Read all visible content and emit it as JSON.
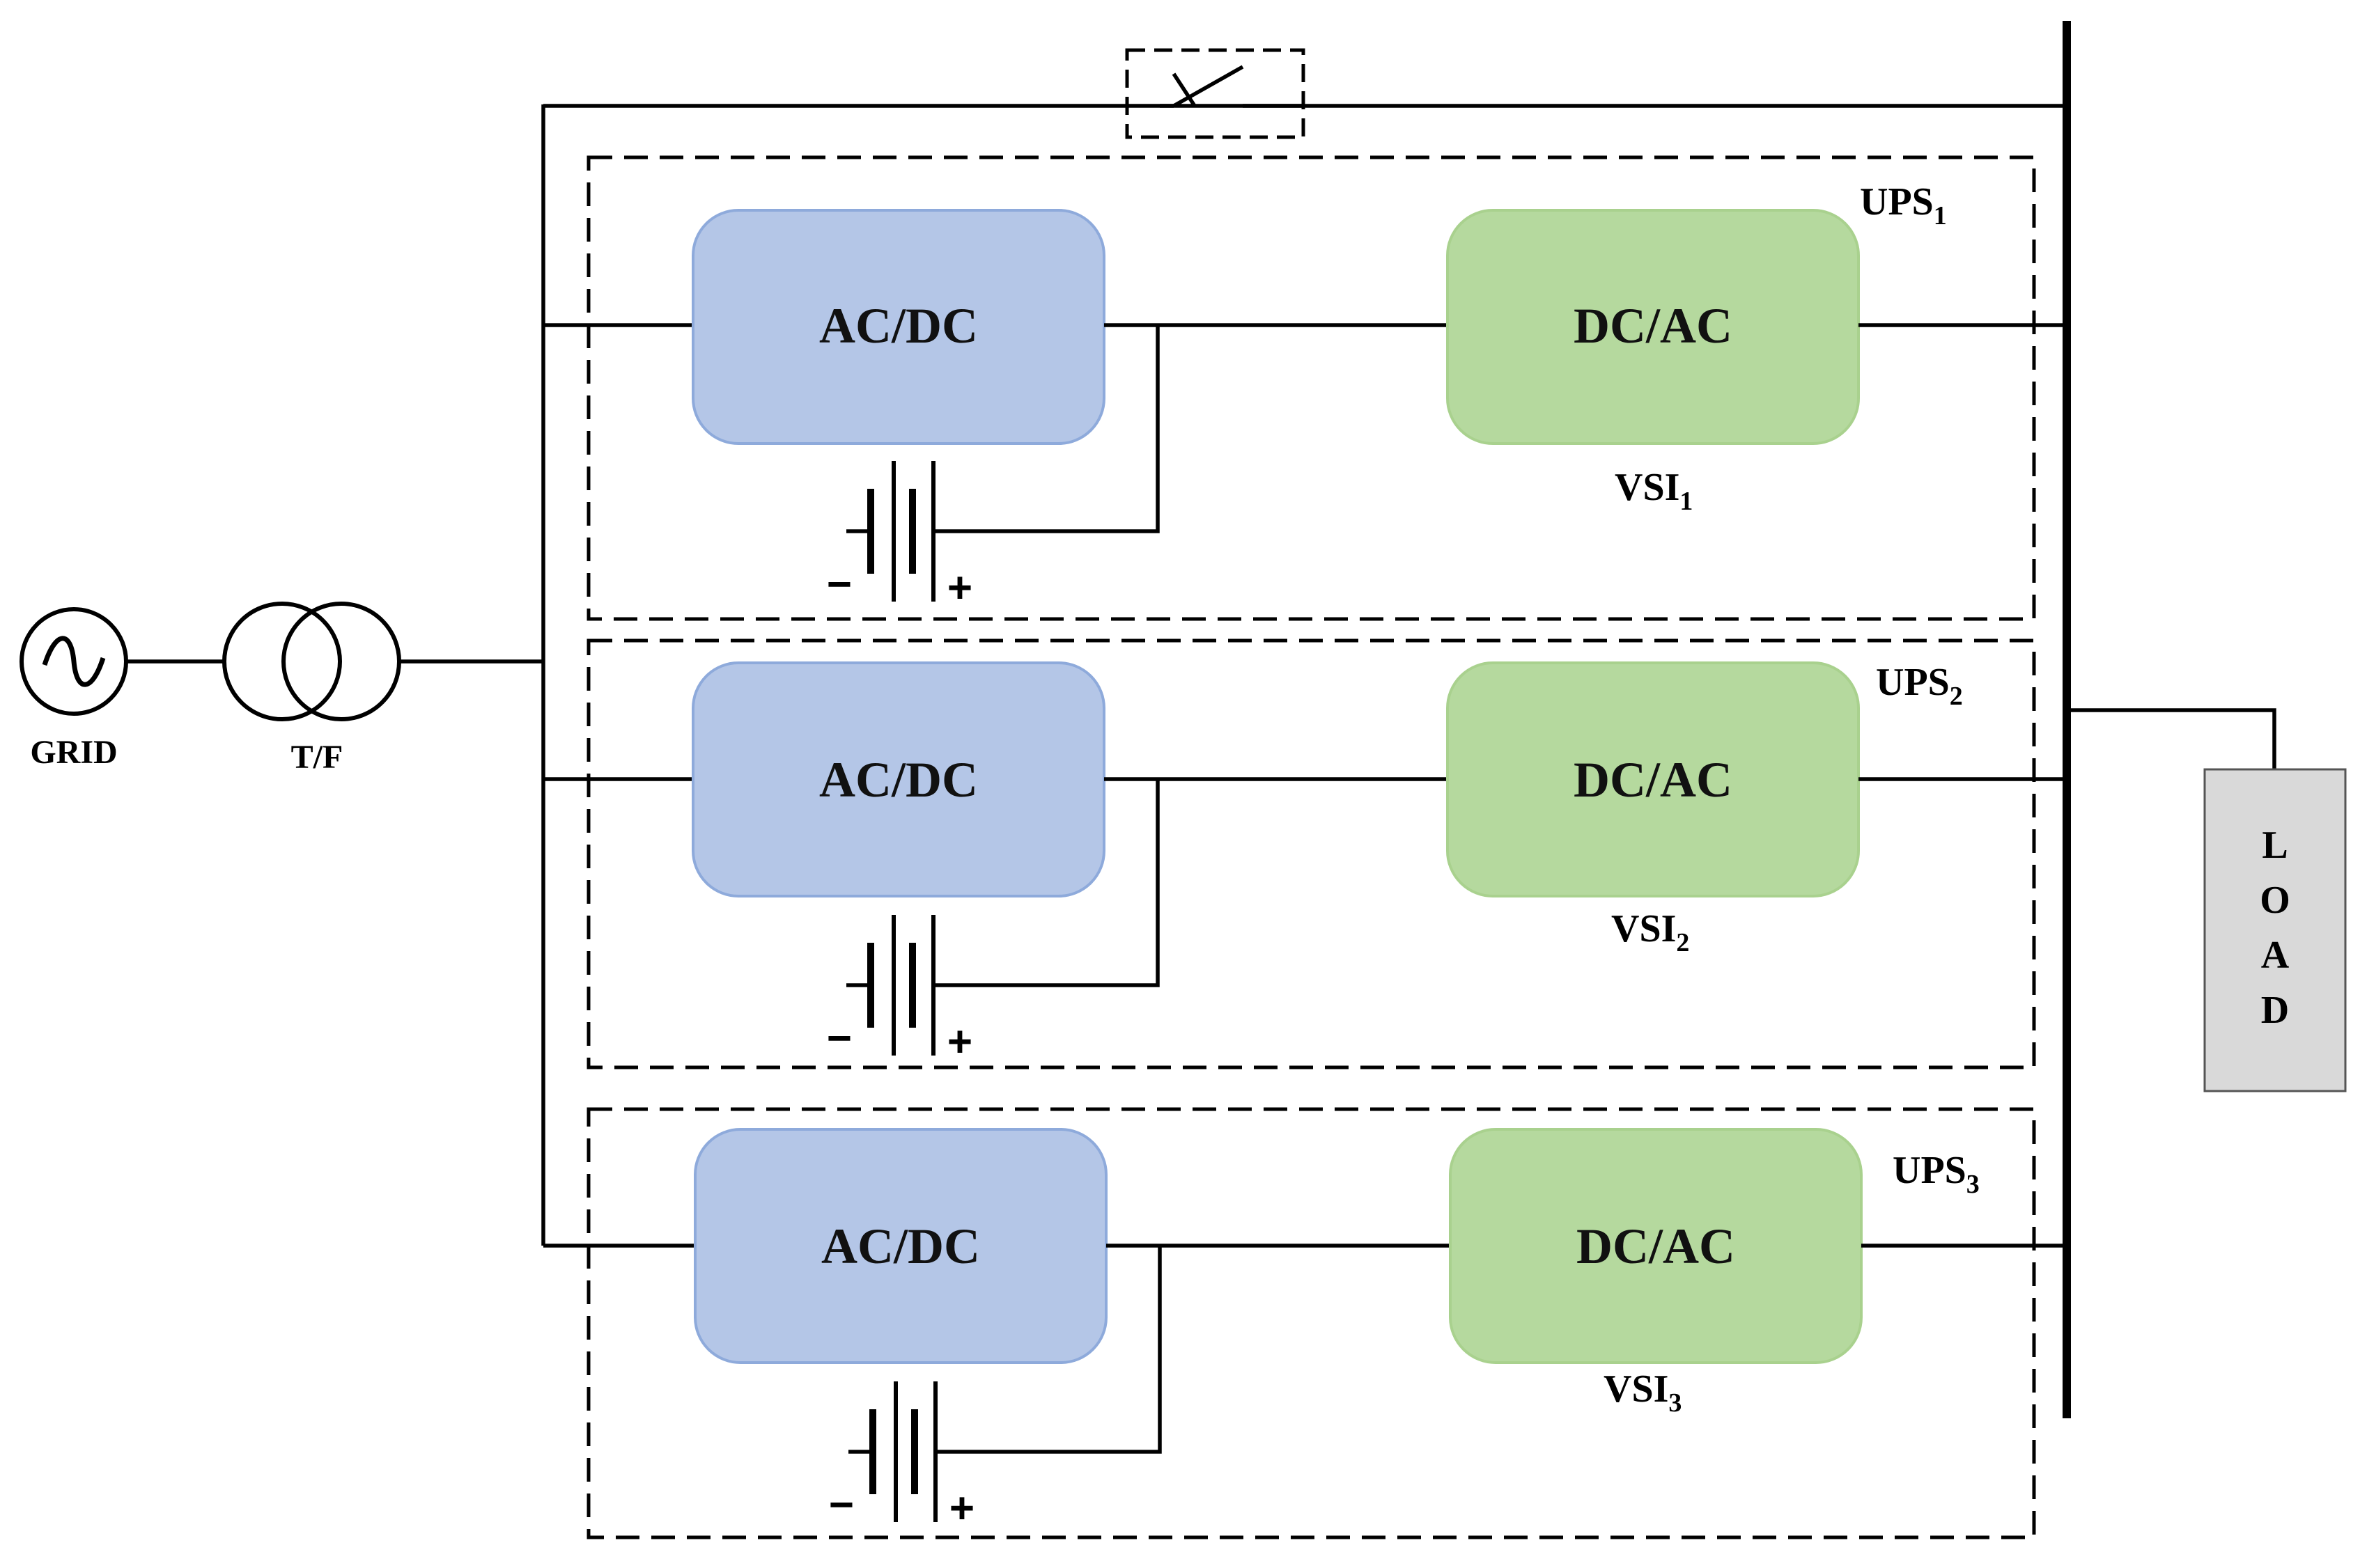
{
  "grid": {
    "label": "GRID"
  },
  "transformer": {
    "label": "T/F"
  },
  "load": {
    "letters": [
      "L",
      "O",
      "A",
      "D"
    ]
  },
  "colors": {
    "acdc_fill": "#b4c6e7",
    "acdc_stroke": "#8eaadb",
    "dcac_fill": "#b5d99e",
    "dcac_stroke": "#a9d18e",
    "load_fill": "#d9d9d9"
  },
  "ups_units": [
    {
      "ups_name": "UPS",
      "ups_sub": "1",
      "rectifier_label": "AC/DC",
      "inverter_label": "DC/AC",
      "vsi_name": "VSI",
      "vsi_sub": "1",
      "battery_minus": "−",
      "battery_plus": "+"
    },
    {
      "ups_name": "UPS",
      "ups_sub": "2",
      "rectifier_label": "AC/DC",
      "inverter_label": "DC/AC",
      "vsi_name": "VSI",
      "vsi_sub": "2",
      "battery_minus": "−",
      "battery_plus": "+"
    },
    {
      "ups_name": "UPS",
      "ups_sub": "3",
      "rectifier_label": "AC/DC",
      "inverter_label": "DC/AC",
      "vsi_name": "VSI",
      "vsi_sub": "3",
      "battery_minus": "−",
      "battery_plus": "+"
    }
  ]
}
